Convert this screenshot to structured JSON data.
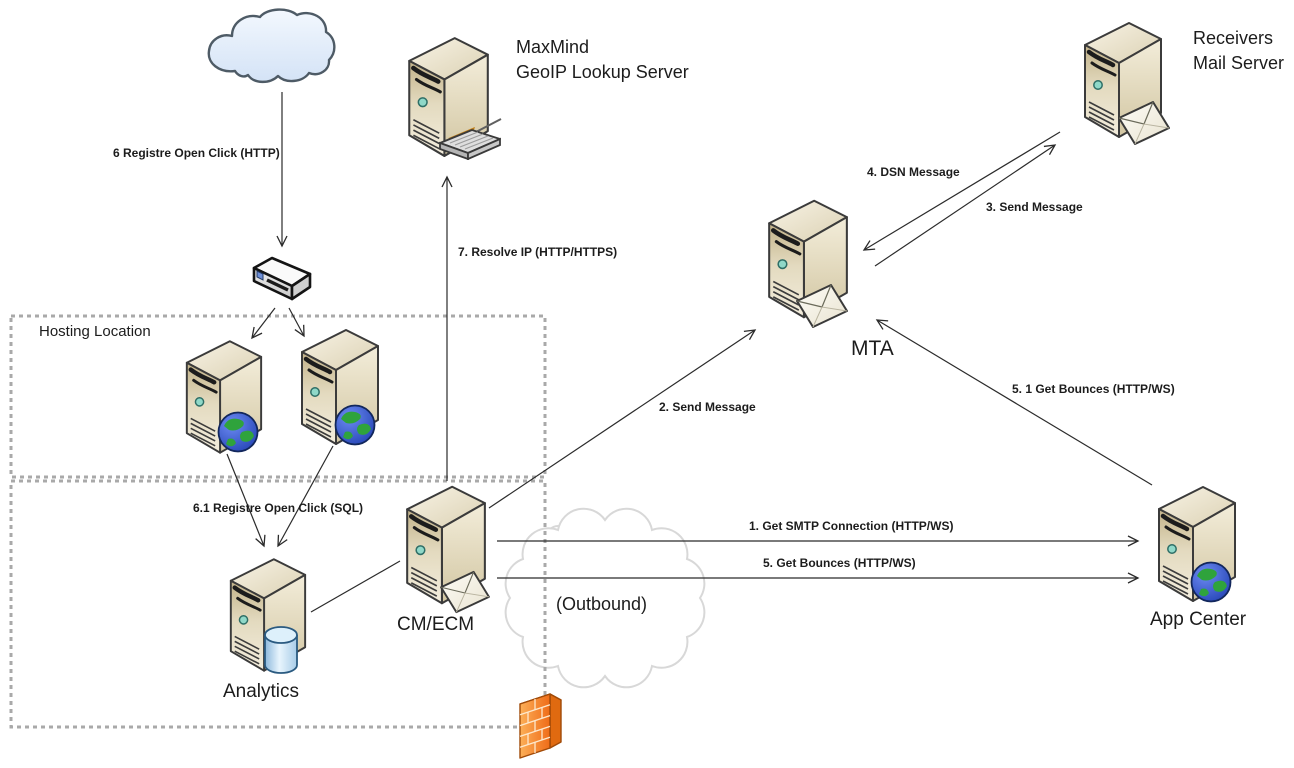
{
  "diagram": {
    "nodes": {
      "maxmind": {
        "label_line1": "MaxMind",
        "label_line2": "GeoIP Lookup Server"
      },
      "receivers": {
        "label_line1": "Receivers",
        "label_line2": "Mail Server"
      },
      "mta": {
        "label": "MTA"
      },
      "cm_ecm": {
        "label": "CM/ECM"
      },
      "analytics": {
        "label": "Analytics"
      },
      "app_center": {
        "label": "App Center"
      },
      "hosting_location": {
        "label": "Hosting Location"
      },
      "outbound": {
        "label": "(Outbound)"
      }
    },
    "edges": {
      "registre_open_click_http": {
        "label": "6 Registre Open Click (HTTP)"
      },
      "registre_open_click_sql": {
        "label": "6.1 Registre Open Click (SQL)"
      },
      "resolve_ip": {
        "label": "7. Resolve IP (HTTP/HTTPS)"
      },
      "send_message_2": {
        "label": "2. Send Message"
      },
      "send_message_3": {
        "label": "3. Send Message"
      },
      "dsn_message_4": {
        "label": "4. DSN Message"
      },
      "get_bounces_51": {
        "label": "5. 1 Get Bounces (HTTP/WS)"
      },
      "get_smtp_connection_1": {
        "label": "1. Get SMTP Connection (HTTP/WS)"
      },
      "get_bounces_5": {
        "label": "5. Get Bounces (HTTP/WS)"
      }
    },
    "icons": {
      "internet": "cloud-icon",
      "gateway": "network-switch-icon",
      "server": "tower-server-icon",
      "web": "globe-icon",
      "mail": "envelope-icon",
      "database": "database-cylinder-icon",
      "geoip_terminal": "keyboard-icon",
      "security": "firewall-brick-icon",
      "outbound_zone": "thought-cloud-icon"
    },
    "colors": {
      "server_body": "#e9e0c9",
      "firewall": "#f58220",
      "internet_cloud_fill": "#e3edfa",
      "outbound_cloud_stroke": "#d8d8d8",
      "dashed_border": "#a9a9a9",
      "connector": "#2b2b2b",
      "text": "#1c1c1c"
    }
  }
}
